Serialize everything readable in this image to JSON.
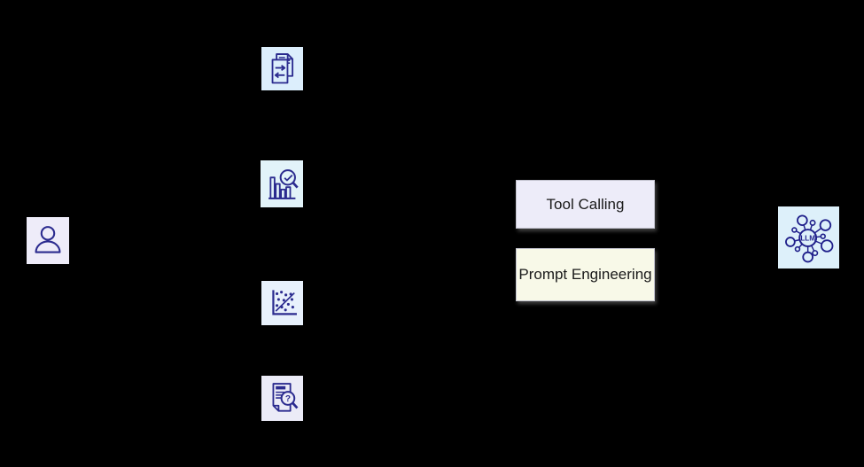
{
  "canvas": {
    "background_color": "#000000"
  },
  "user_node": {
    "icon": "user-icon",
    "box_color": "#eeecf9"
  },
  "task_nodes": [
    {
      "icon": "document-transfer-icon",
      "box_color": "#dceefc"
    },
    {
      "icon": "bar-chart-inspect-icon",
      "box_color": "#e2f3f9"
    },
    {
      "icon": "scatter-plot-icon",
      "box_color": "#e8f1fc"
    },
    {
      "icon": "document-search-icon",
      "box_color": "#ebebf7",
      "glyph": "?"
    }
  ],
  "technique_nodes": [
    {
      "label": "Tool Calling",
      "box_color": "#edecf9"
    },
    {
      "label": "Prompt Engineering",
      "box_color": "#f8f9e8"
    }
  ],
  "llm_node": {
    "label": "LLM",
    "icon": "llm-network-icon",
    "box_color": "#ddf0fa"
  },
  "accent_colors": {
    "icon_stroke": "#2b2b8f",
    "label_text": "#1a1a1a"
  }
}
